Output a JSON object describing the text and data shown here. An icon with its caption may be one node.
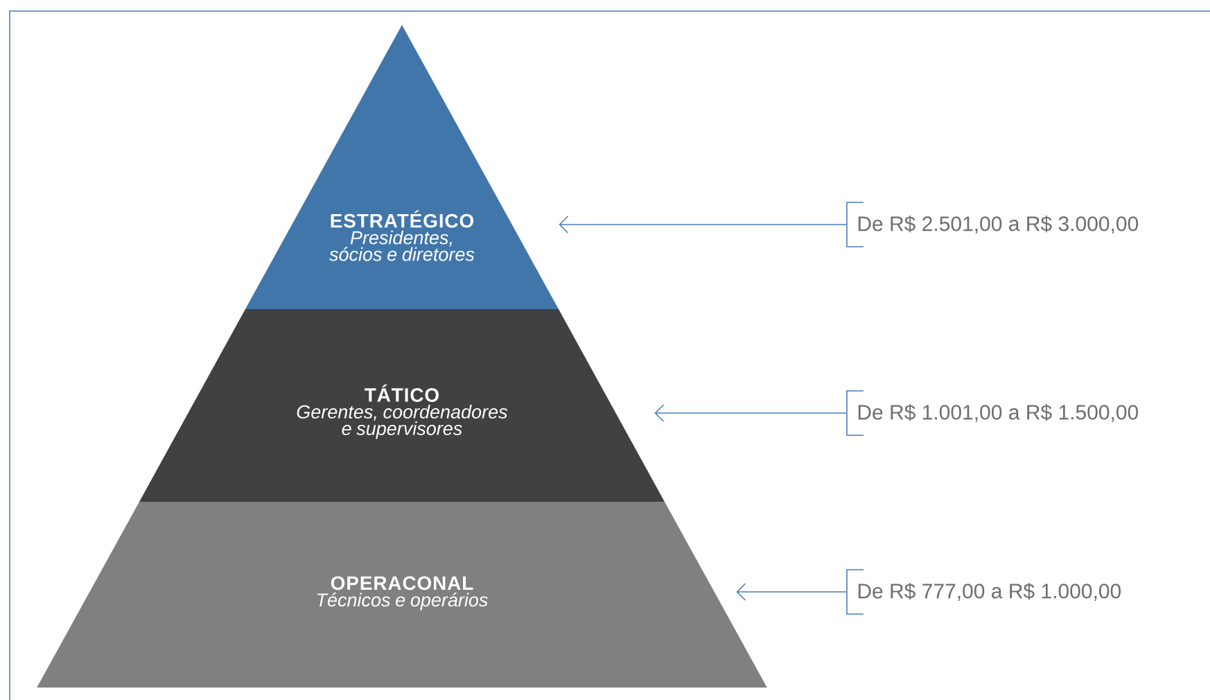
{
  "diagram": {
    "nodes": [
      {
        "text": [
          "ESTRATÉGICO",
          "Presidentes, sócios e diretores"
        ]
      },
      {
        "text": [
          "TÁTICO",
          "Gerentes, coordenadores e supervisores"
        ]
      },
      {
        "text": [
          "OPERACONAL",
          "Técnicos e operários"
        ]
      },
      {
        "text": [
          "De R$ 2.501,00 a R$ 3.000,00"
        ]
      },
      {
        "text": [
          "De R$ 1.001,00 a R$ 1.500,00"
        ]
      },
      {
        "text": [
          "De R$ 777,00 a R$ 1.000,00"
        ]
      }
    ],
    "edges": [
      {
        "from": 3,
        "to": 0,
        "arrow": "to"
      },
      {
        "from": 4,
        "to": 1,
        "arrow": "to"
      },
      {
        "from": 5,
        "to": 2,
        "arrow": "to"
      }
    ]
  }
}
